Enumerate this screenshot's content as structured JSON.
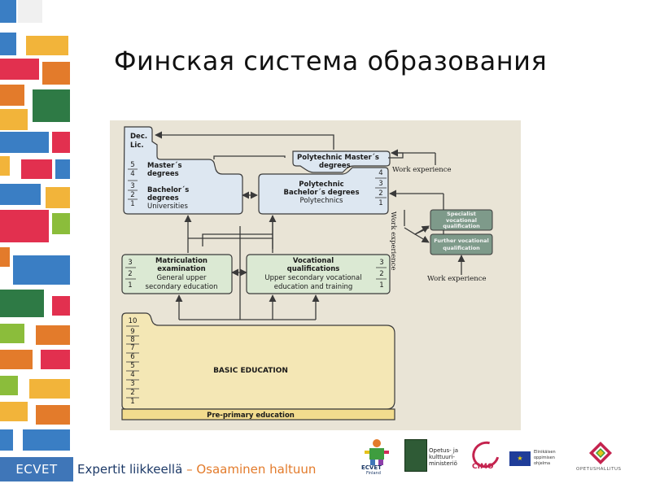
{
  "slide": {
    "title": "Финская система образования"
  },
  "colors": {
    "diagram_bg": "#e9e4d6",
    "higher_ed_fill": "#dde7f1",
    "secondary_fill": "#dbe9d3",
    "basic_fill": "#f4e7b5",
    "preprimary_fill": "#f2dc8e",
    "specialist_fill": "#7e9a8a",
    "arrow": "#3a3a3a",
    "ecvet_blue": "#3f76b8",
    "tag_orange": "#e37b2b",
    "tag_navy": "#1d3a68"
  },
  "diagram": {
    "universities": {
      "dec_lic": [
        "Dec.",
        "Lic."
      ],
      "grades": [
        "5",
        "4",
        "3",
        "2",
        "1"
      ],
      "masters": [
        "Master´s",
        "degrees"
      ],
      "bachelors": [
        "Bachelor´s",
        "degrees"
      ],
      "label": "Universities"
    },
    "polytechnic_masters": [
      "Polytechnic Master´s",
      "degrees"
    ],
    "polytechnics": {
      "lines": [
        "Polytechnic",
        "Bachelor´s degrees",
        "Polytechnics"
      ],
      "grades": [
        "4",
        "3",
        "2",
        "1"
      ]
    },
    "work_experience_top": "Work experience",
    "work_experience_vertical": "Work experience",
    "specialist": [
      "Specialist",
      "vocational",
      "qualification"
    ],
    "further": [
      "Further vocational",
      "qualification"
    ],
    "work_experience_bottom": "Work experience",
    "matriculation": {
      "lines": [
        "Matriculation",
        "examination",
        "General upper",
        "secondary education"
      ],
      "grades": [
        "3",
        "2",
        "1"
      ]
    },
    "vocational": {
      "lines": [
        "Vocational",
        "qualifications",
        "Upper secondary vocational",
        "education and training"
      ],
      "grades": [
        "3",
        "2",
        "1"
      ]
    },
    "basic": {
      "grades": [
        "10",
        "9",
        "8",
        "7",
        "6",
        "5",
        "4",
        "3",
        "2",
        "1"
      ],
      "label": "BASIC EDUCATION"
    },
    "preprimary": "Pre-primary education"
  },
  "footer": {
    "ecvet": "ECVET",
    "tag_a": "Expertit liikkeellä",
    "tag_sep": " – ",
    "tag_b": "Osaaminen haltuun"
  },
  "logos": {
    "ecvet_finland": [
      "ECVET",
      "Finland"
    ],
    "ministry": [
      "Opetus- ja",
      "kulttuuri-",
      "ministeriö"
    ],
    "cimo": "CIMO",
    "eu": [
      "Elinikäisen",
      "oppimisen",
      "ohjelma"
    ],
    "oph": "OPETUSHALLITUS"
  }
}
